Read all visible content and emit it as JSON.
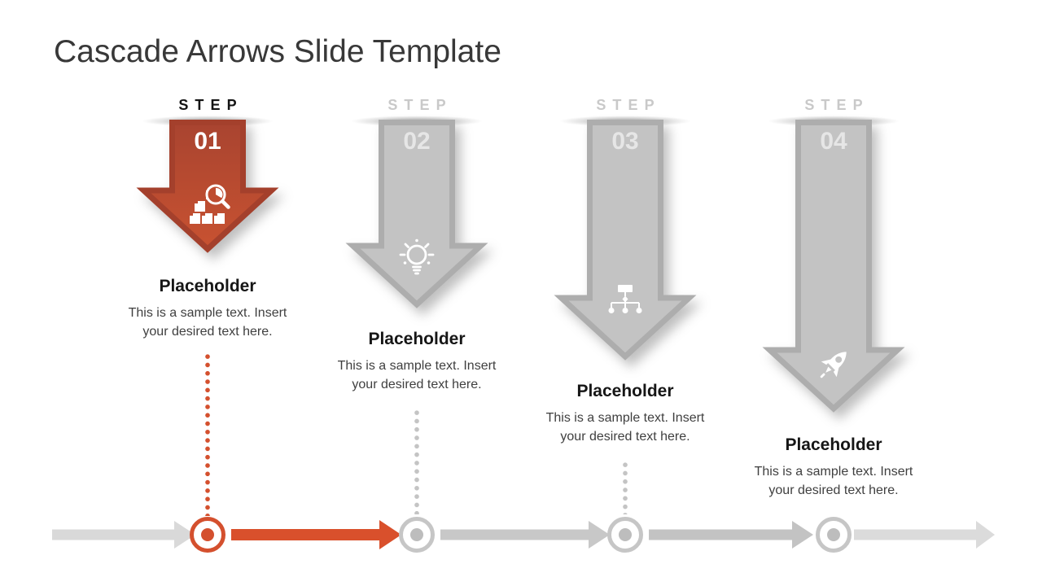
{
  "slide_title": "Cascade Arrows Slide Template",
  "steps": [
    {
      "label": "STEP",
      "number": "01",
      "title": "Placeholder",
      "description": "This is a sample text. Insert your desired text here.",
      "icon": "inspection-boxes-magnifier-icon",
      "state": "active"
    },
    {
      "label": "STEP",
      "number": "02",
      "title": "Placeholder",
      "description": "This is a sample text. Insert your desired text here.",
      "icon": "lightbulb-icon",
      "state": "inactive"
    },
    {
      "label": "STEP",
      "number": "03",
      "title": "Placeholder",
      "description": "This is a sample text. Insert your desired text here.",
      "icon": "hierarchy-icon",
      "state": "inactive"
    },
    {
      "label": "STEP",
      "number": "04",
      "title": "Placeholder",
      "description": "This is a sample text. Insert your desired text here.",
      "icon": "rocket-icon",
      "state": "inactive"
    }
  ],
  "colors": {
    "accent_fill_top": "#A94430",
    "accent_fill_bottom": "#C85231",
    "accent_border": "#A4402C",
    "accent_timeline": "#D9502C",
    "gray_arrow_fill": "#C3C3C3",
    "gray_arrow_border": "#ADADAD",
    "timeline_gray": "#C8C8C8",
    "timeline_light_gray": "#D9D9D9",
    "step_label_active": "#141414",
    "step_label_inactive": "#C9C9C9"
  }
}
